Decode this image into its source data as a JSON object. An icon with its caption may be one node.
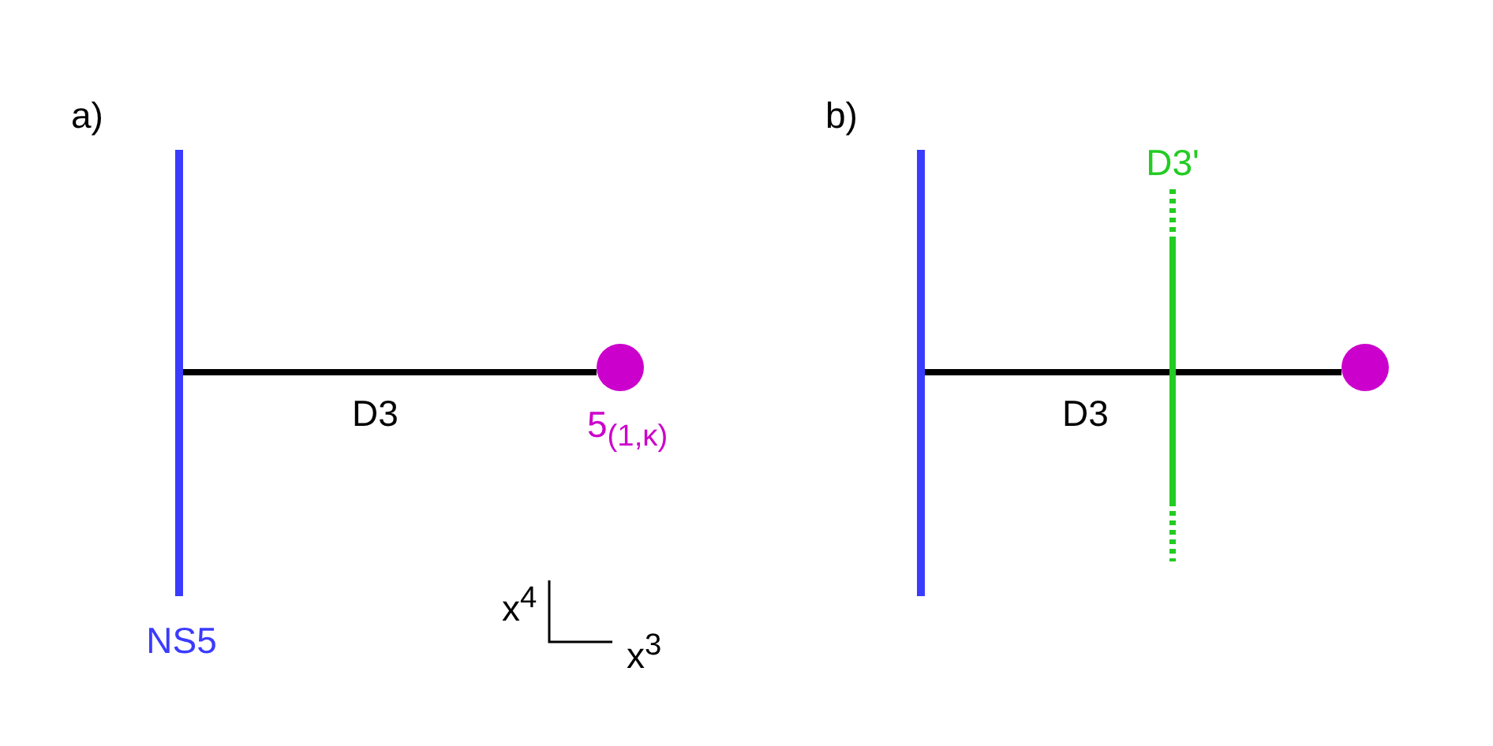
{
  "diagram": {
    "nodes": [
      {
        "text": [
          "NS5"
        ]
      },
      {
        "text": [
          "5$_{(1,κ)}$"
        ]
      },
      {
        "text": [],
        "shape": "bar"
      },
      {
        "text": [
          "D3'"
        ]
      },
      {
        "text": [],
        "shape": "circle"
      }
    ],
    "edges": [
      {
        "from": 0,
        "to": 1,
        "arrow": "none",
        "label": "D3"
      },
      {
        "from": 2,
        "to": 3,
        "arrow": "none",
        "label": "D3"
      },
      {
        "from": 3,
        "to": 4,
        "arrow": "none"
      }
    ],
    "labels": [
      "a)",
      "b)",
      "x$^{4}$",
      "x$^{3}$"
    ]
  }
}
